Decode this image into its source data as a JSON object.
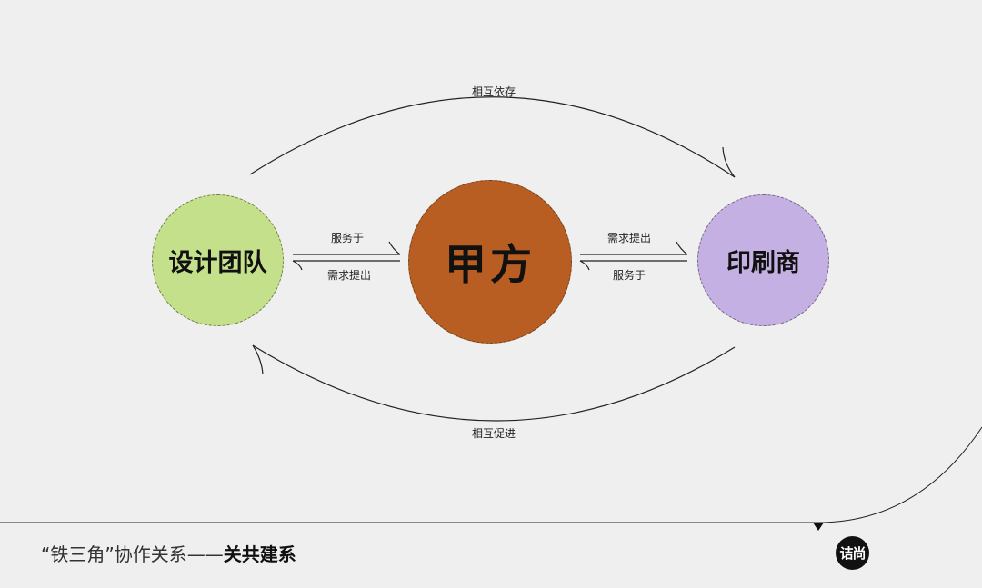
{
  "colors": {
    "design_team": "#c4e08b",
    "client": "#b85e22",
    "printer": "#c4b0e2",
    "background": "#efefef",
    "line": "#222222"
  },
  "nodes": {
    "design_team": {
      "label": "设计团队"
    },
    "client": {
      "label": "甲方"
    },
    "printer": {
      "label": "印刷商"
    }
  },
  "edges": {
    "top_arc": "相互依存",
    "bottom_arc": "相互促进",
    "design_to_client": "服务于",
    "client_to_design": "需求提出",
    "client_to_printer": "需求提出",
    "printer_to_client": "服务于"
  },
  "footer": {
    "title_prefix": "“铁三角”协作关系——",
    "title_emphasis": "关共建系"
  },
  "logo": {
    "text": "诘尚"
  }
}
